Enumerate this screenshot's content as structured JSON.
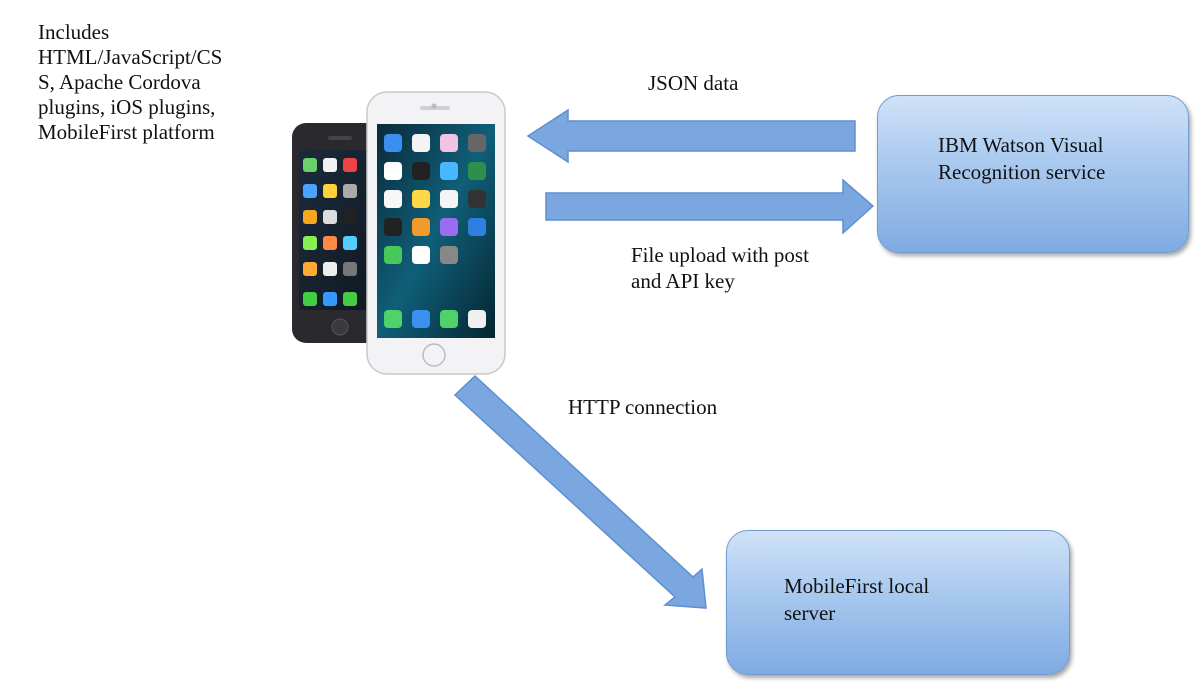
{
  "note": {
    "lines": [
      "Includes",
      "HTML/JavaScript/CS",
      "S, Apache Cordova",
      "plugins, iOS plugins,",
      "MobileFirst platform"
    ]
  },
  "arrows": {
    "json_label": "JSON data",
    "upload_lines": [
      "File upload with post",
      "and API key"
    ],
    "http_label": "HTTP connection"
  },
  "watson_box": {
    "lines": [
      "IBM Watson Visual",
      "Recognition service"
    ]
  },
  "server_box": {
    "lines": [
      "MobileFirst local",
      "server"
    ]
  },
  "colors": {
    "arrow_fill": "#7aa7df",
    "arrow_stroke": "#5f8fcf",
    "box_top": "#cfe2f8",
    "box_bottom": "#7fabe2"
  },
  "icons": {
    "phones": "smartphone-icon"
  }
}
